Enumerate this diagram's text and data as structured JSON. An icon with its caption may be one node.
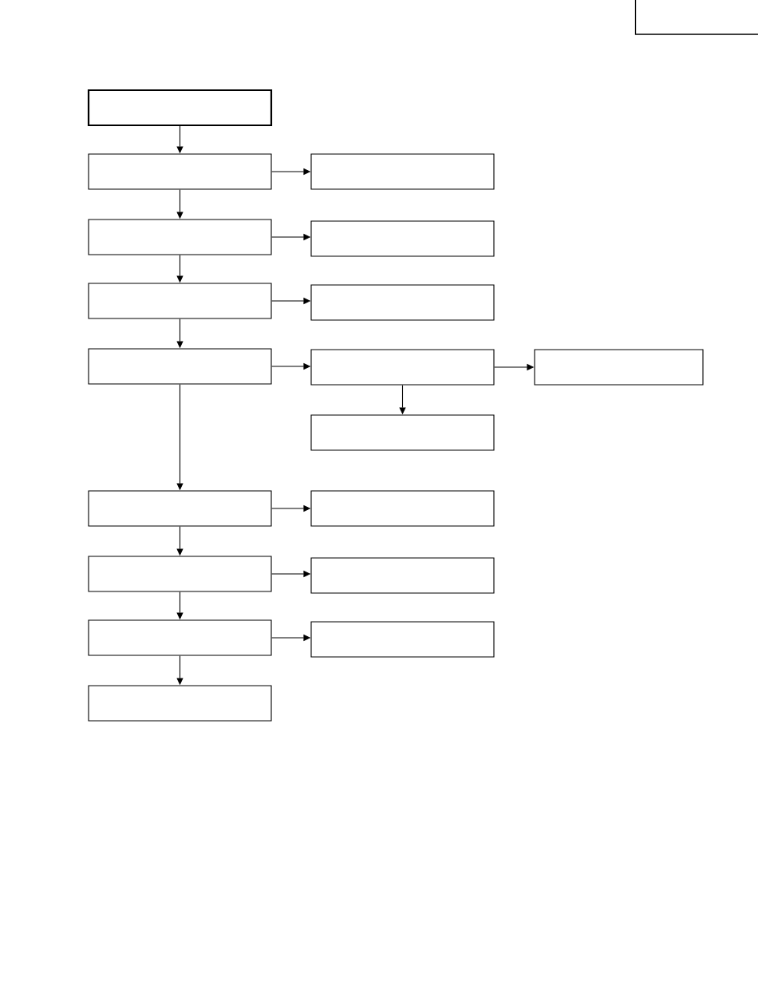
{
  "diagram": {
    "nodes": [
      {
        "text": [],
        "shape": "box"
      },
      {
        "text": [],
        "shape": "box"
      },
      {
        "text": [],
        "shape": "box"
      },
      {
        "text": [],
        "shape": "box"
      },
      {
        "text": [],
        "shape": "box"
      },
      {
        "text": [],
        "shape": "box"
      },
      {
        "text": [],
        "shape": "box"
      },
      {
        "text": [],
        "shape": "box"
      },
      {
        "text": [],
        "shape": "box"
      },
      {
        "text": [],
        "shape": "box"
      },
      {
        "text": [],
        "shape": "box"
      },
      {
        "text": [],
        "shape": "box"
      },
      {
        "text": [],
        "shape": "box"
      },
      {
        "text": [],
        "shape": "box"
      },
      {
        "text": [],
        "shape": "box"
      },
      {
        "text": [],
        "shape": "box"
      },
      {
        "text": [],
        "shape": "box"
      },
      {
        "text": [],
        "shape": "box"
      }
    ],
    "edges": [
      {
        "from": 0,
        "to": 1,
        "arrow": "to"
      },
      {
        "from": 1,
        "to": 2,
        "arrow": "to"
      },
      {
        "from": 1,
        "to": 3,
        "arrow": "to"
      },
      {
        "from": 3,
        "to": 4,
        "arrow": "to"
      },
      {
        "from": 3,
        "to": 5,
        "arrow": "to"
      },
      {
        "from": 5,
        "to": 6,
        "arrow": "to"
      },
      {
        "from": 5,
        "to": 7,
        "arrow": "to"
      },
      {
        "from": 7,
        "to": 8,
        "arrow": "to"
      },
      {
        "from": 8,
        "to": 9,
        "arrow": "to"
      },
      {
        "from": 8,
        "to": 10,
        "arrow": "to"
      },
      {
        "from": 7,
        "to": 11,
        "arrow": "to"
      },
      {
        "from": 11,
        "to": 12,
        "arrow": "to"
      },
      {
        "from": 11,
        "to": 13,
        "arrow": "to"
      },
      {
        "from": 13,
        "to": 14,
        "arrow": "to"
      },
      {
        "from": 13,
        "to": 15,
        "arrow": "to"
      },
      {
        "from": 15,
        "to": 16,
        "arrow": "to"
      },
      {
        "from": 15,
        "to": 17,
        "arrow": "to"
      }
    ]
  }
}
